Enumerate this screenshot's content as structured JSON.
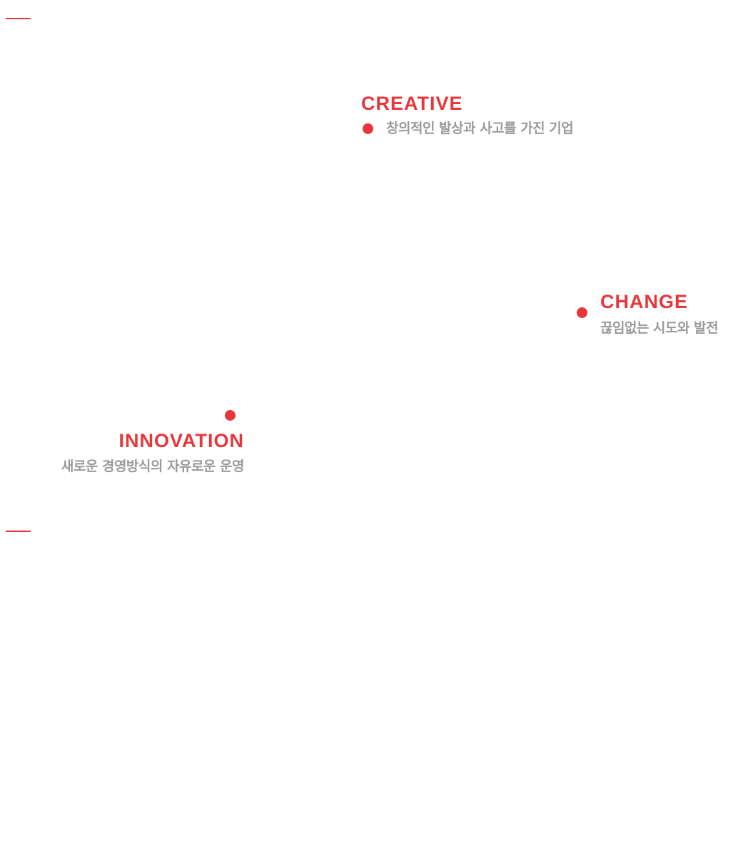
{
  "accent_color": "#e8363a",
  "text_color": "#9a9a9a",
  "items": [
    {
      "title": "CREATIVE",
      "subtitle": "창의적인 발상과 사고를 가진 기업"
    },
    {
      "title": "CHANGE",
      "subtitle": "끊임없는 시도와 발전"
    },
    {
      "title": "INNOVATION",
      "subtitle": "새로운 경영방식의 자유로운 운영"
    }
  ]
}
